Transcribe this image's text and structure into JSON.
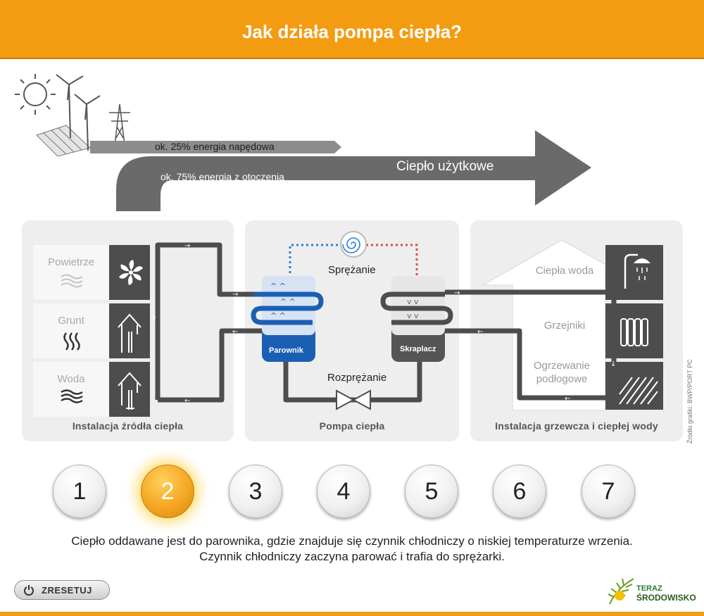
{
  "header": {
    "title": "Jak działa pompa ciepła?"
  },
  "flow": {
    "drive_energy": "ok. 25% energia napędowa",
    "ambient_energy": "ok. 75% energia z otoczenia",
    "useful_heat": "Ciepło użytkowe"
  },
  "source_panel": {
    "title": "Instalacja źródła ciepła",
    "items": [
      {
        "label": "Powietrze",
        "icon": "fan-icon"
      },
      {
        "label": "Grunt",
        "icon": "ground-probe-icon"
      },
      {
        "label": "Woda",
        "icon": "water-probe-icon"
      }
    ]
  },
  "pump_panel": {
    "title": "Pompa ciepła",
    "compression": "Sprężanie",
    "expansion": "Rozprężanie",
    "evaporator": "Parownik",
    "condenser": "Skraplacz"
  },
  "heating_panel": {
    "title": "Instalacja grzewcza i ciepłej wody",
    "items": [
      {
        "label": "Ciepła woda",
        "icon": "shower-icon"
      },
      {
        "label": "Grzejniki",
        "icon": "radiator-icon"
      },
      {
        "label": "Ogrzewanie podłogowe",
        "icon": "floor-heating-icon"
      }
    ]
  },
  "credit": "Źródło grafiki: BWP/PORT PC",
  "steps": {
    "buttons": [
      "1",
      "2",
      "3",
      "4",
      "5",
      "6",
      "7"
    ],
    "active": "2"
  },
  "description": "Ciepło oddawane jest do parownika, gdzie znajduje się czynnik chłodniczy o niskiej temperaturze wrzenia. Czynnik chłodniczy zaczyna parować i trafia do sprężarki.",
  "reset": {
    "label": "ZRESETUJ"
  },
  "logo": {
    "line1": "TERAZ",
    "line2": "ŚRODOWISKO"
  },
  "colors": {
    "accent": "#f39c12",
    "cold": "#1a5fb4",
    "hot": "#e04848",
    "pipe": "#4d4d4d"
  }
}
